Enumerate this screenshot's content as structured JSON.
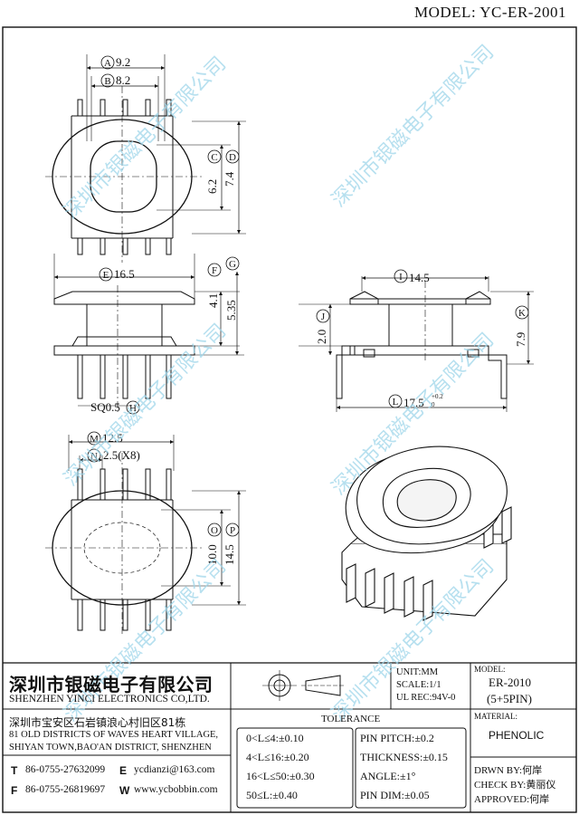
{
  "header": {
    "model_label": "MODEL: YC-ER-2001"
  },
  "views": {
    "top": {
      "dim_a": "A",
      "dim_a_val": "9.2",
      "dim_b": "B",
      "dim_b_val": "8.2",
      "dim_c": "C",
      "dim_c_val": "6.2",
      "dim_d": "D",
      "dim_d_val": "7.4"
    },
    "front": {
      "dim_e": "E",
      "dim_e_val": "16.5",
      "dim_f": "F",
      "dim_f_val": "4.1",
      "dim_g": "G",
      "dim_g_val": "5.35",
      "dim_h": "H",
      "sq_label": "SQ0.5"
    },
    "side": {
      "dim_i": "I",
      "dim_i_val": "14.5",
      "dim_j": "J",
      "dim_j_val": "2.0",
      "dim_k": "K",
      "dim_k_val": "7.9",
      "dim_l": "L",
      "dim_l_val": "17.5",
      "tol_plus": "+0.2",
      "tol_minus": "0"
    },
    "bottom": {
      "dim_m": "M",
      "dim_m_val": "12.5",
      "dim_n": "N",
      "dim_n_val": "2.5(X8)",
      "dim_o": "O",
      "dim_o_val": "10.0",
      "dim_p": "P",
      "dim_p_val": "14.5"
    }
  },
  "watermark": "深圳市银磁电子有限公司",
  "title_block": {
    "company_cn": "深圳市银磁电子有限公司",
    "company_en": "SHENZHEN YINCI ELECTRONICS CO,LTD.",
    "address_cn": "深圳市宝安区石岩镇浪心村旧区81栋",
    "address_en1": "81 OLD DISTRICTS OF WAVES HEART VILLAGE,",
    "address_en2": "SHIYAN TOWN,BAO'AN DISTRICT, SHENZHEN",
    "tel_letter": "T",
    "tel": "86-0755-27632099",
    "email_letter": "E",
    "email": "ycdianzi@163.com",
    "fax_letter": "F",
    "fax": "86-0755-26819697",
    "web_letter": "W",
    "web": "www.ycbobbin.com",
    "unit": "UNIT:MM",
    "scale": "SCALE:1/1",
    "ul_rec": "UL REC:94V-0",
    "model_label": "MODEL:",
    "model_value": "ER-2010",
    "model_pins": "(5+5PIN)",
    "material_label": "MATERIAL:",
    "material_value": "PHENOLIC",
    "tolerance_label": "TOLERANCE",
    "tol_rows": [
      "0<L≤4:±0.10",
      "4<L≤16:±0.20",
      "16<L≤50:±0.30",
      "50≤L:±0.40"
    ],
    "spec_rows": [
      "PIN PITCH:±0.2",
      "THICKNESS:±0.15",
      "ANGLE:±1°",
      "PIN DIM:±0.05"
    ],
    "drawn_by": "DRWN BY:何岸",
    "check_by": "CHECK BY:黄丽仪",
    "approved": "APPROVED:何岸"
  }
}
